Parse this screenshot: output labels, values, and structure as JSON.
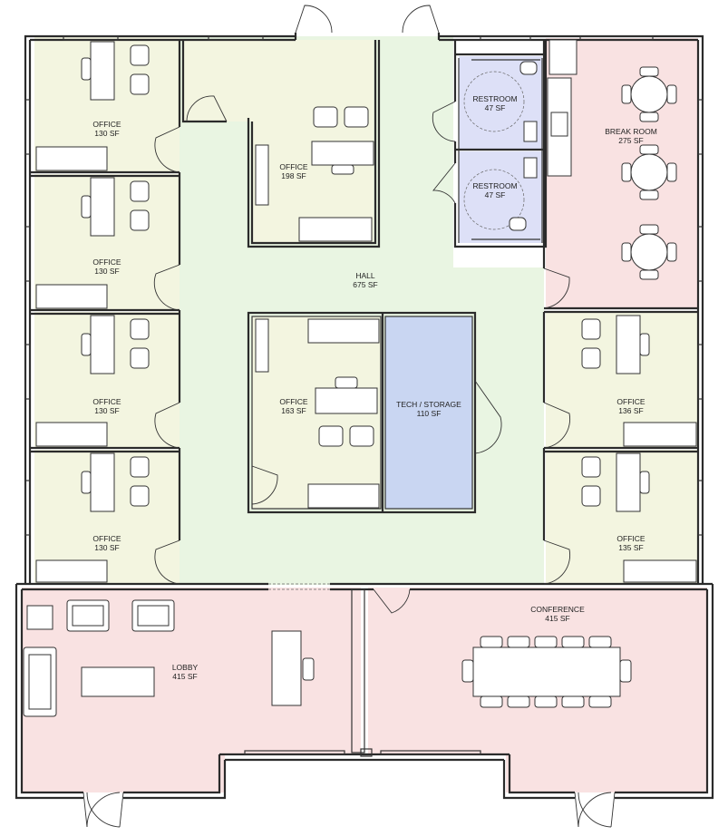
{
  "rooms": {
    "office_nw1": {
      "name": "OFFICE",
      "area": "130 SF"
    },
    "office_nw2": {
      "name": "OFFICE",
      "area": "130 SF"
    },
    "office_w3": {
      "name": "OFFICE",
      "area": "130 SF"
    },
    "office_w4": {
      "name": "OFFICE",
      "area": "130 SF"
    },
    "office_top": {
      "name": "OFFICE",
      "area": "198 SF"
    },
    "office_center": {
      "name": "OFFICE",
      "area": "163 SF"
    },
    "restroom1": {
      "name": "RESTROOM",
      "area": "47 SF"
    },
    "restroom2": {
      "name": "RESTROOM",
      "area": "47 SF"
    },
    "break_room": {
      "name": "BREAK ROOM",
      "area": "275 SF"
    },
    "hall": {
      "name": "HALL",
      "area": "675 SF"
    },
    "tech_storage": {
      "name": "TECH / STORAGE",
      "area": "110 SF"
    },
    "office_e1": {
      "name": "OFFICE",
      "area": "136 SF"
    },
    "office_e2": {
      "name": "OFFICE",
      "area": "135 SF"
    },
    "conference": {
      "name": "CONFERENCE",
      "area": "415 SF"
    },
    "lobby": {
      "name": "LOBBY",
      "area": "415 SF"
    }
  },
  "colors": {
    "office": "#f3f5e0",
    "hall": "#e9f5e2",
    "restroom": "#dde0f7",
    "tech": "#c9d6f2",
    "break": "#f9e2e2",
    "lobby": "#f9e2e2",
    "wall": "#2b2b2b"
  }
}
